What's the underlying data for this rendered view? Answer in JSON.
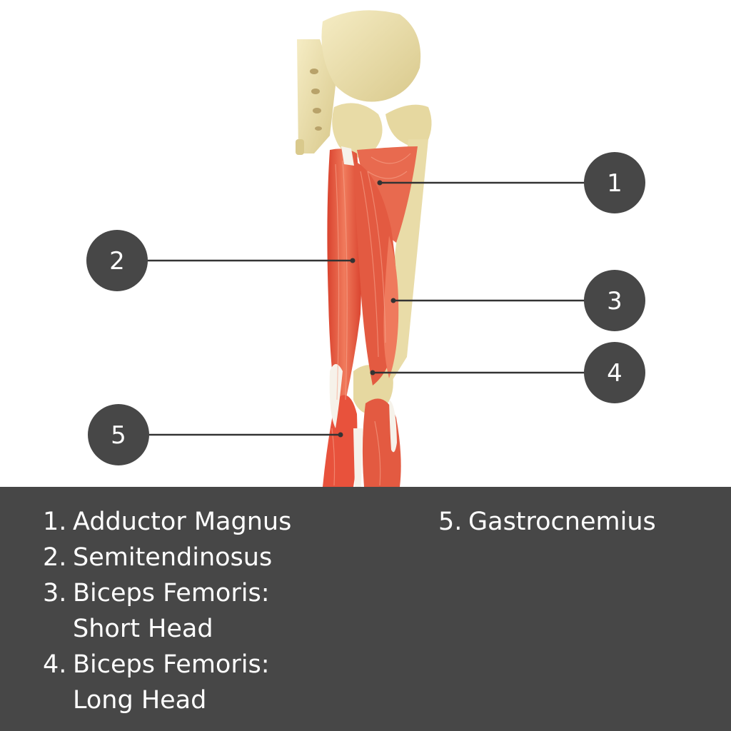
{
  "callouts": [
    {
      "number": "1",
      "muscle": "Adductor Magnus"
    },
    {
      "number": "2",
      "muscle": "Semitendinosus"
    },
    {
      "number": "3",
      "muscle": "Biceps Femoris: Short Head"
    },
    {
      "number": "4",
      "muscle": "Biceps Femoris: Long Head"
    },
    {
      "number": "5",
      "muscle": "Gastrocnemius"
    }
  ],
  "legend": {
    "left": [
      {
        "num": "1.",
        "lines": [
          "Adductor Magnus"
        ]
      },
      {
        "num": "2.",
        "lines": [
          "Semitendinosus"
        ]
      },
      {
        "num": "3.",
        "lines": [
          "Biceps Femoris:",
          "Short Head"
        ]
      },
      {
        "num": "4.",
        "lines": [
          "Biceps Femoris:",
          "Long Head"
        ]
      }
    ],
    "right": [
      {
        "num": "5.",
        "lines": [
          "Gastrocnemius"
        ]
      }
    ]
  },
  "colors": {
    "bone": "#efe3b2",
    "bone_shade": "#d9c98c",
    "muscle": "#e8523c",
    "muscle_light": "#f28a6e",
    "tendon": "#f6f2ea",
    "callout_fill": "#474747",
    "panel": "#474747",
    "text": "#ffffff"
  }
}
